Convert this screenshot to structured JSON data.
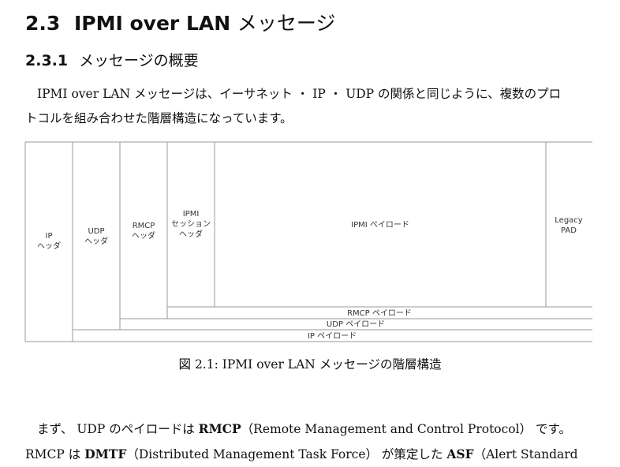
{
  "section": {
    "number": "2.3",
    "title_latin": "IPMI over LAN",
    "title_jp": "メッセージ"
  },
  "subsection": {
    "number": "2.3.1",
    "title": "メッセージの概要"
  },
  "para1": {
    "line1": "IPMI over LAN メッセージは、イーサネット ・ IP ・ UDP の関係と同じように、複数のプロ",
    "line2": "トコルを組み合わせた階層構造になっています。"
  },
  "diagram": {
    "cols": [
      {
        "line1": "IP",
        "line2": "ヘッダ"
      },
      {
        "line1": "UDP",
        "line2": "ヘッダ"
      },
      {
        "line1": "RMCP",
        "line2": "ヘッダ"
      },
      {
        "line1": "IPMI",
        "line2": "セッション",
        "line3": "ヘッダ"
      },
      {
        "line1": "IPMI ペイロード"
      },
      {
        "line1": "Legacy",
        "line2": "PAD"
      }
    ],
    "rows": [
      "RMCP ペイロード",
      "UDP ペイロード",
      "IP ペイロード"
    ]
  },
  "caption": "図 2.1: IPMI over LAN メッセージの階層構造",
  "para2": {
    "t1": "まず、 UDP のペイロードは ",
    "b1": "RMCP",
    "t2": "（Remote Management and Control Protocol） です。",
    "t3": "RMCP は ",
    "b2": "DMTF",
    "t4": "（Distributed Management Task Force） が策定した ",
    "b3": "ASF",
    "t5": "（Alert Standard"
  }
}
